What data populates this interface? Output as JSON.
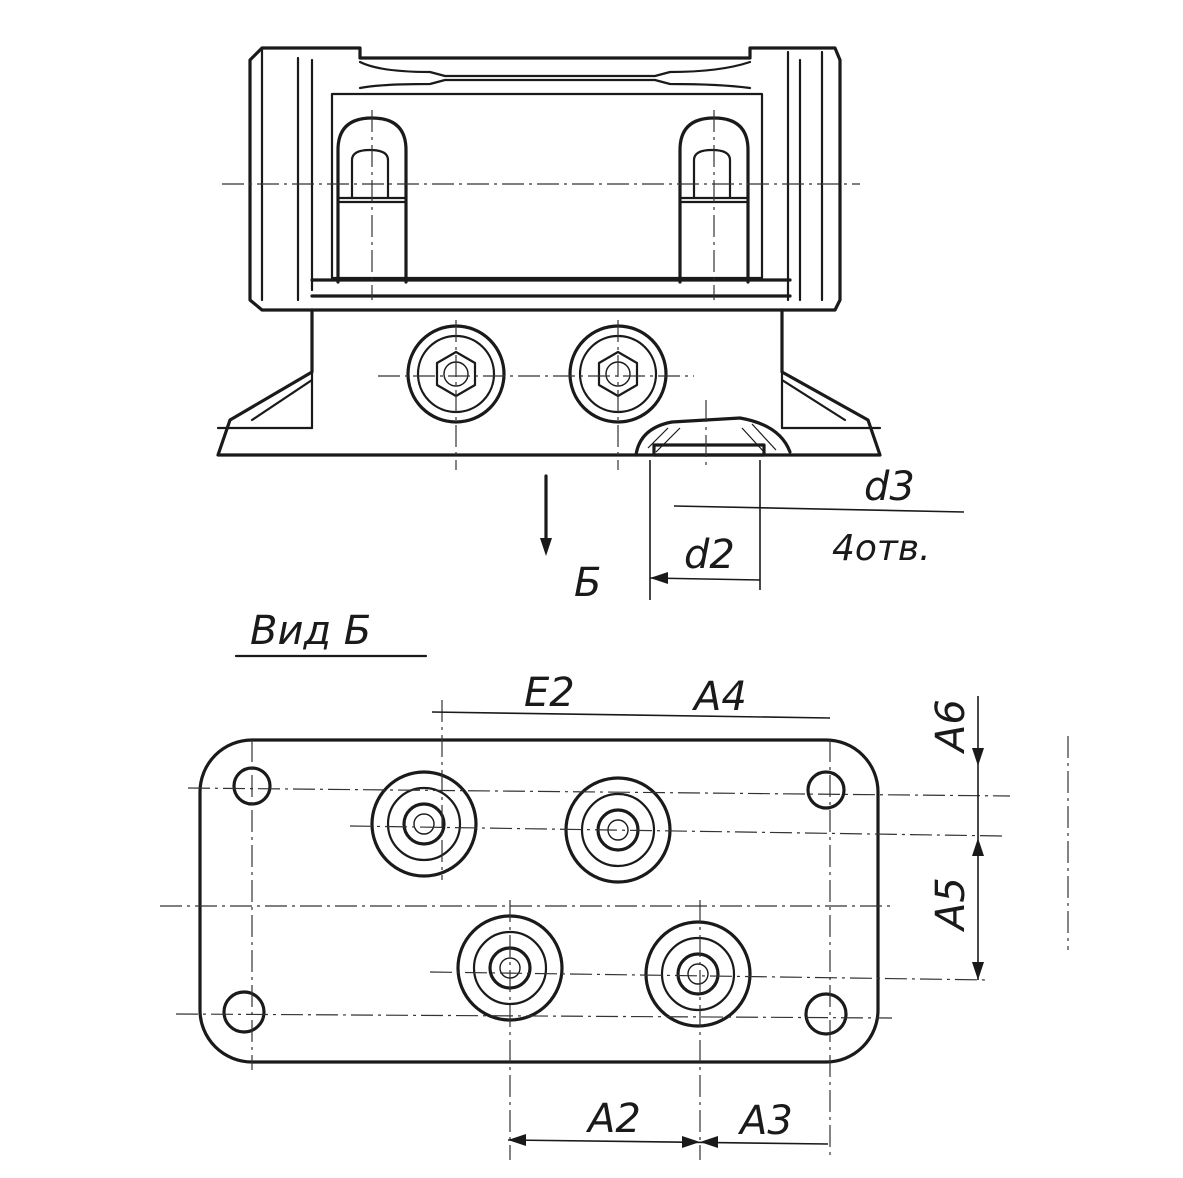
{
  "labels": {
    "d3": "d3",
    "holes": "4отв.",
    "d2": "d2",
    "b_marker": "Б",
    "view_title": "Вид Б",
    "a2": "A2",
    "a3": "A3",
    "a4": "A4",
    "a5": "A5",
    "a6": "A6",
    "e2": "E2"
  }
}
